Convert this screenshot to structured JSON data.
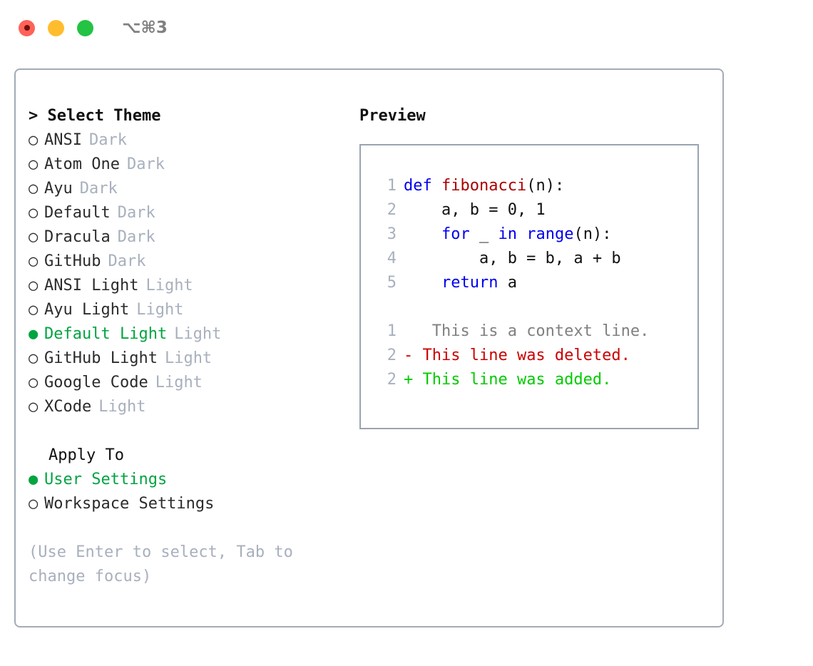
{
  "titlebar": {
    "shortcut": "⌥⌘3",
    "buttons": [
      {
        "name": "close",
        "color": "#ff6259"
      },
      {
        "name": "minimize",
        "color": "#ffbd2e"
      },
      {
        "name": "maximize",
        "color": "#23c343"
      }
    ]
  },
  "colors": {
    "accent_green": "#00a441",
    "muted": "#a8b0bd",
    "border": "#a3abb8",
    "keyword_blue": "#0000ee",
    "function_red": "#aa0000",
    "diff_delete": "#cc0000",
    "diff_add": "#00cc00",
    "diff_context": "#808080"
  },
  "theme_section": {
    "caret": "> ",
    "heading": "Select Theme",
    "bullet_selected": "●",
    "bullet_unselected": "○",
    "items": [
      {
        "name": "ANSI",
        "tag": "Dark",
        "selected": false
      },
      {
        "name": "Atom One",
        "tag": "Dark",
        "selected": false
      },
      {
        "name": "Ayu",
        "tag": "Dark",
        "selected": false
      },
      {
        "name": "Default",
        "tag": "Dark",
        "selected": false
      },
      {
        "name": "Dracula",
        "tag": "Dark",
        "selected": false
      },
      {
        "name": "GitHub",
        "tag": "Dark",
        "selected": false
      },
      {
        "name": "ANSI Light",
        "tag": "Light",
        "selected": false
      },
      {
        "name": "Ayu Light",
        "tag": "Light",
        "selected": false
      },
      {
        "name": "Default Light",
        "tag": "Light",
        "selected": true
      },
      {
        "name": "GitHub Light",
        "tag": "Light",
        "selected": false
      },
      {
        "name": "Google Code",
        "tag": "Light",
        "selected": false
      },
      {
        "name": "XCode",
        "tag": "Light",
        "selected": false
      }
    ]
  },
  "apply_section": {
    "heading": "Apply To",
    "items": [
      {
        "name": "User Settings",
        "selected": true
      },
      {
        "name": "Workspace Settings",
        "selected": false
      }
    ]
  },
  "hint": "(Use Enter to select, Tab to change focus)",
  "preview": {
    "heading": "Preview",
    "code_lines": [
      {
        "num": "1",
        "tokens": [
          {
            "t": "def ",
            "c": "kw"
          },
          {
            "t": "fibonacci",
            "c": "fn"
          },
          {
            "t": "(n):",
            "c": "plain"
          }
        ]
      },
      {
        "num": "2",
        "tokens": [
          {
            "t": "    a, b = 0, 1",
            "c": "plain"
          }
        ]
      },
      {
        "num": "3",
        "tokens": [
          {
            "t": "    ",
            "c": "plain"
          },
          {
            "t": "for",
            "c": "kw"
          },
          {
            "t": " _ ",
            "c": "plain"
          },
          {
            "t": "in",
            "c": "kw"
          },
          {
            "t": " ",
            "c": "plain"
          },
          {
            "t": "range",
            "c": "kw"
          },
          {
            "t": "(n):",
            "c": "plain"
          }
        ]
      },
      {
        "num": "4",
        "tokens": [
          {
            "t": "        a, b = b, a + b",
            "c": "plain"
          }
        ]
      },
      {
        "num": "5",
        "tokens": [
          {
            "t": "    ",
            "c": "plain"
          },
          {
            "t": "return",
            "c": "kw"
          },
          {
            "t": " a",
            "c": "plain"
          }
        ]
      }
    ],
    "diff_lines": [
      {
        "num": "1",
        "marker": " ",
        "text": "  This is a context line.",
        "kind": "ctx"
      },
      {
        "num": "2",
        "marker": "-",
        "text": " This line was deleted.",
        "kind": "del"
      },
      {
        "num": "2",
        "marker": "+",
        "text": " This line was added.",
        "kind": "add"
      }
    ]
  }
}
